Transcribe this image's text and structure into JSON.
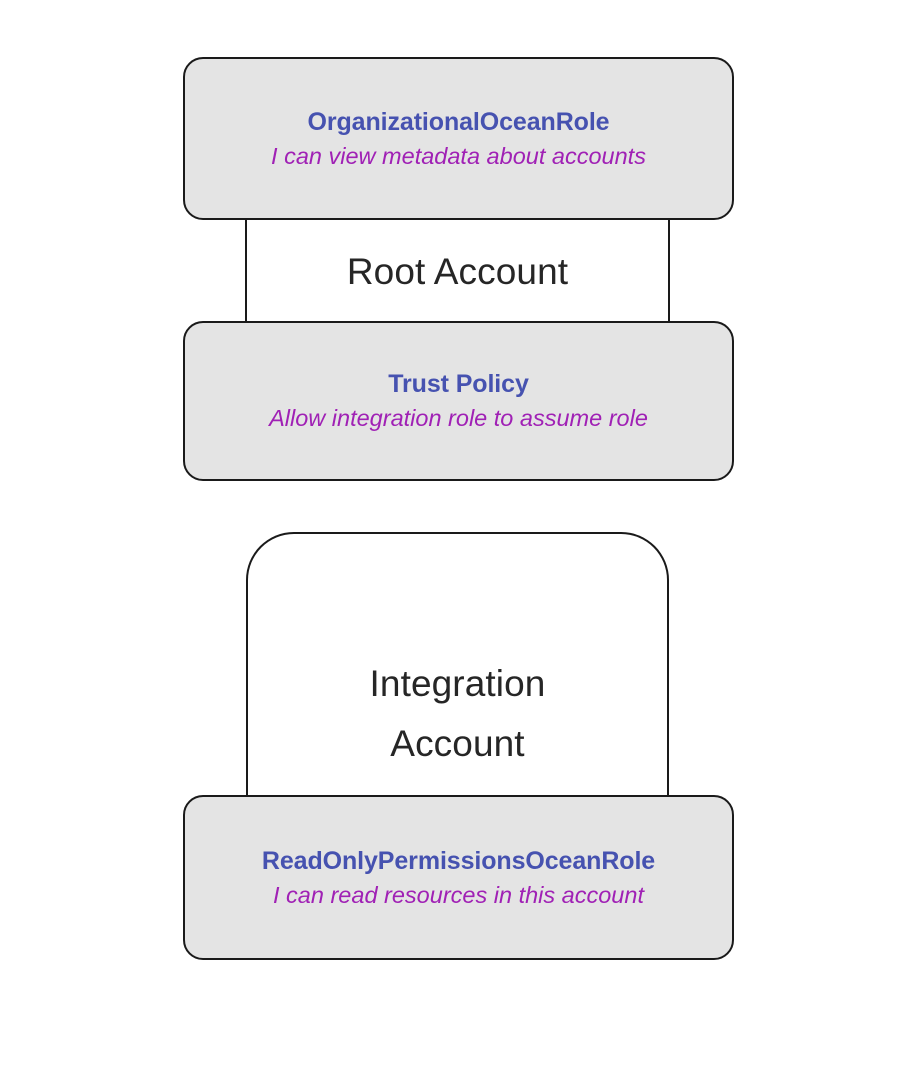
{
  "diagram": {
    "title": "AWS cross-account role trust diagram",
    "background_color": "#ffffff",
    "accounts": [
      {
        "id": "root-account",
        "label": "Root Account",
        "fill": "#ffffff",
        "stroke": "#1a1a1a"
      },
      {
        "id": "integration-account",
        "label": "Integration\nAccount",
        "fill": "#ffffff",
        "stroke": "#1a1a1a"
      }
    ],
    "cards": [
      {
        "id": "organizational-ocean-role",
        "title": "OrganizationalOceanRole",
        "subtitle": "I can view metadata about accounts",
        "fill": "#e4e4e4",
        "title_color": "#4652b0",
        "subtitle_color": "#a021b5"
      },
      {
        "id": "trust-policy",
        "title": "Trust Policy",
        "subtitle": "Allow integration role to assume role",
        "fill": "#e4e4e4",
        "title_color": "#4652b0",
        "subtitle_color": "#a021b5"
      },
      {
        "id": "readonly-permissions-ocean-role",
        "title": "ReadOnlyPermissionsOceanRole",
        "subtitle": "I can read resources in this account",
        "fill": "#e4e4e4",
        "title_color": "#4652b0",
        "subtitle_color": "#a021b5"
      }
    ]
  }
}
